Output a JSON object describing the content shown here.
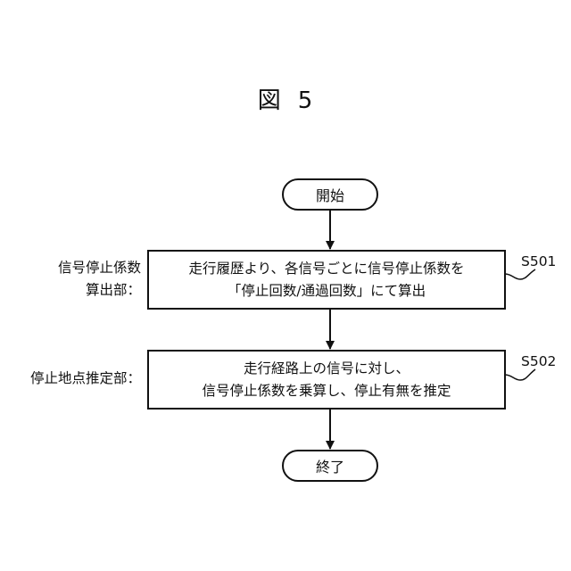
{
  "figure": {
    "label": "図",
    "number": "5"
  },
  "flow": {
    "start": "開始",
    "end": "終了",
    "steps": [
      {
        "id": "S501",
        "section_lines": [
          "信号停止係数",
          "算出部："
        ],
        "text_lines": [
          "走行履歴より、各信号ごとに信号停止係数を",
          "「停止回数/通過回数」にて算出"
        ]
      },
      {
        "id": "S502",
        "section_lines": [
          "停止地点推定部："
        ],
        "text_lines": [
          "走行経路上の信号に対し、",
          "信号停止係数を乗算し、停止有無を推定"
        ]
      }
    ]
  }
}
